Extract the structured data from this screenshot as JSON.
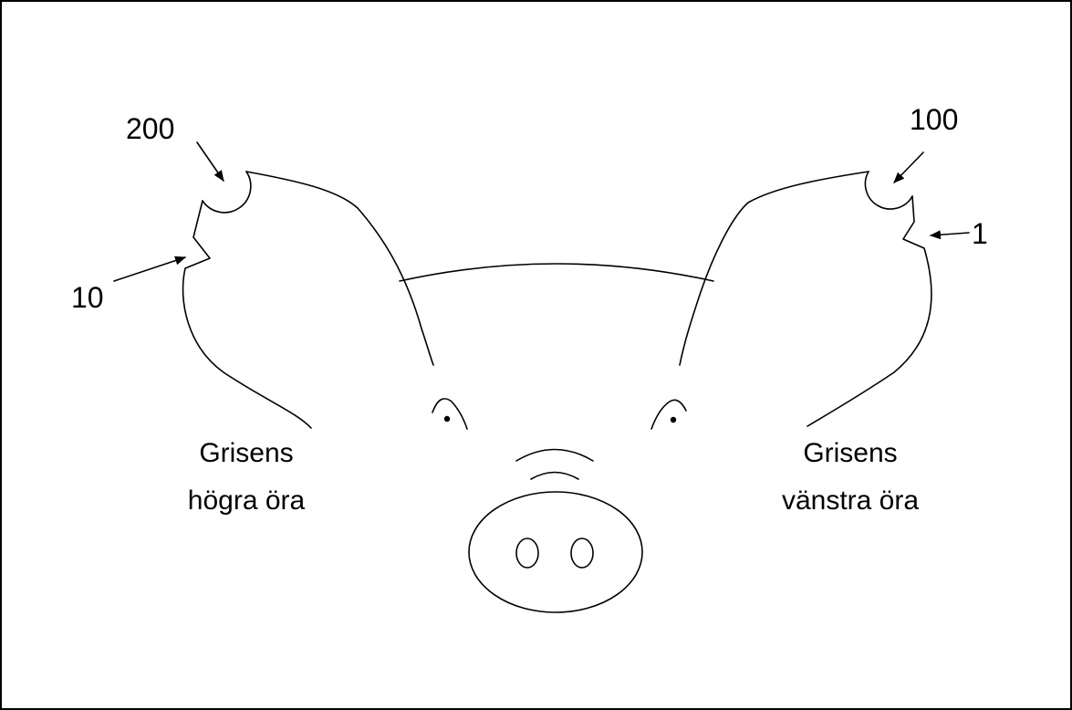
{
  "labels": {
    "notch_200": "200",
    "notch_100": "100",
    "notch_10": "10",
    "notch_1": "1",
    "right_ear": {
      "line1": "Grisens",
      "line2": "högra öra"
    },
    "left_ear": {
      "line1": "Grisens",
      "line2": "vänstra öra"
    }
  },
  "colors": {
    "line": "#000000",
    "background": "#ffffff"
  }
}
